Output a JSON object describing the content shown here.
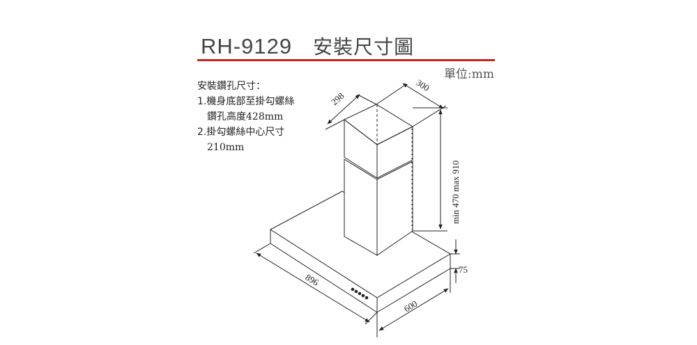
{
  "header": {
    "model": "RH-9129",
    "title": "安裝尺寸圖",
    "unit": "單位:mm"
  },
  "notes": {
    "heading": "安裝鑽孔尺寸：",
    "item1_line1": "1.機身底部至掛勾螺絲",
    "item1_line2": "鑽孔高度428mm",
    "item2_line1": "2.掛勾螺絲中心尺寸",
    "item2_line2": "210mm"
  },
  "dimensions": {
    "chimney_depth": "298",
    "chimney_width": "300",
    "height_range": "min 470 max 910",
    "hood_thickness": "75",
    "hood_width": "896",
    "hood_depth": "600"
  },
  "colors": {
    "accent_line": "#d0201b",
    "line": "#222222"
  }
}
